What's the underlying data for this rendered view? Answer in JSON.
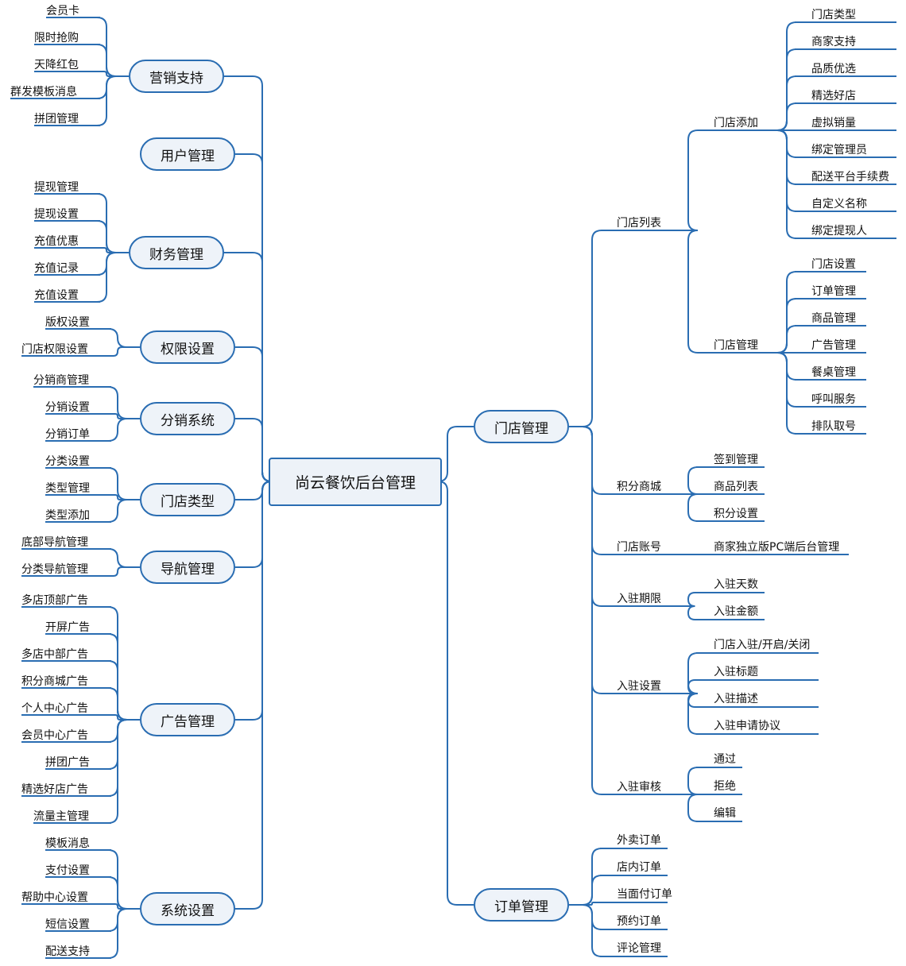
{
  "root": "尚云餐饮后台管理",
  "left": [
    {
      "id": "marketing",
      "label": "营销支持",
      "children": [
        "会员卡",
        "限时抢购",
        "天降红包",
        "群发模板消息",
        "拼团管理"
      ]
    },
    {
      "id": "users",
      "label": "用户管理",
      "children": []
    },
    {
      "id": "finance",
      "label": "财务管理",
      "children": [
        "提现管理",
        "提现设置",
        "充值优惠",
        "充值记录",
        "充值设置"
      ]
    },
    {
      "id": "permissions",
      "label": "权限设置",
      "children": [
        "版权设置",
        "门店权限设置"
      ]
    },
    {
      "id": "distribution",
      "label": "分销系统",
      "children": [
        "分销商管理",
        "分销设置",
        "分销订单"
      ]
    },
    {
      "id": "store-types",
      "label": "门店类型",
      "children": [
        "分类设置",
        "类型管理",
        "类型添加"
      ]
    },
    {
      "id": "navigation",
      "label": "导航管理",
      "children": [
        "底部导航管理",
        "分类导航管理"
      ]
    },
    {
      "id": "ads",
      "label": "广告管理",
      "children": [
        "多店顶部广告",
        "开屏广告",
        "多店中部广告",
        "积分商城广告",
        "个人中心广告",
        "会员中心广告",
        "拼团广告",
        "精选好店广告",
        "流量主管理"
      ]
    },
    {
      "id": "system",
      "label": "系统设置",
      "children": [
        "模板消息",
        "支付设置",
        "帮助中心设置",
        "短信设置",
        "配送支持"
      ]
    }
  ],
  "right": [
    {
      "id": "store-mgmt",
      "label": "门店管理",
      "children": [
        {
          "label": "门店列表",
          "children": [
            {
              "label": "门店添加",
              "children": [
                "门店类型",
                "商家支持",
                "品质优选",
                "精选好店",
                "虚拟销量",
                "绑定管理员",
                "配送平台手续费",
                "自定义名称",
                "绑定提现人"
              ]
            },
            {
              "label": "门店管理",
              "children": [
                "门店设置",
                "订单管理",
                "商品管理",
                "广告管理",
                "餐桌管理",
                "呼叫服务",
                "排队取号"
              ]
            }
          ]
        },
        {
          "label": "积分商城",
          "children": [
            "签到管理",
            "商品列表",
            "积分设置"
          ]
        },
        {
          "label": "门店账号",
          "children": [
            "商家独立版PC端后台管理"
          ]
        },
        {
          "label": "入驻期限",
          "children": [
            "入驻天数",
            "入驻金额"
          ]
        },
        {
          "label": "入驻设置",
          "children": [
            "门店入驻/开启/关闭",
            "入驻标题",
            "入驻描述",
            "入驻申请协议"
          ]
        },
        {
          "label": "入驻审核",
          "children": [
            "通过",
            "拒绝",
            "编辑"
          ]
        }
      ]
    },
    {
      "id": "order-mgmt",
      "label": "订单管理",
      "children": [
        "外卖订单",
        "店内订单",
        "当面付订单",
        "预约订单",
        "评论管理"
      ]
    }
  ],
  "colors": {
    "line": "#2a6db2",
    "node_fill": "#eef3f9",
    "node_border": "#2a6db2",
    "text": "#111111"
  }
}
